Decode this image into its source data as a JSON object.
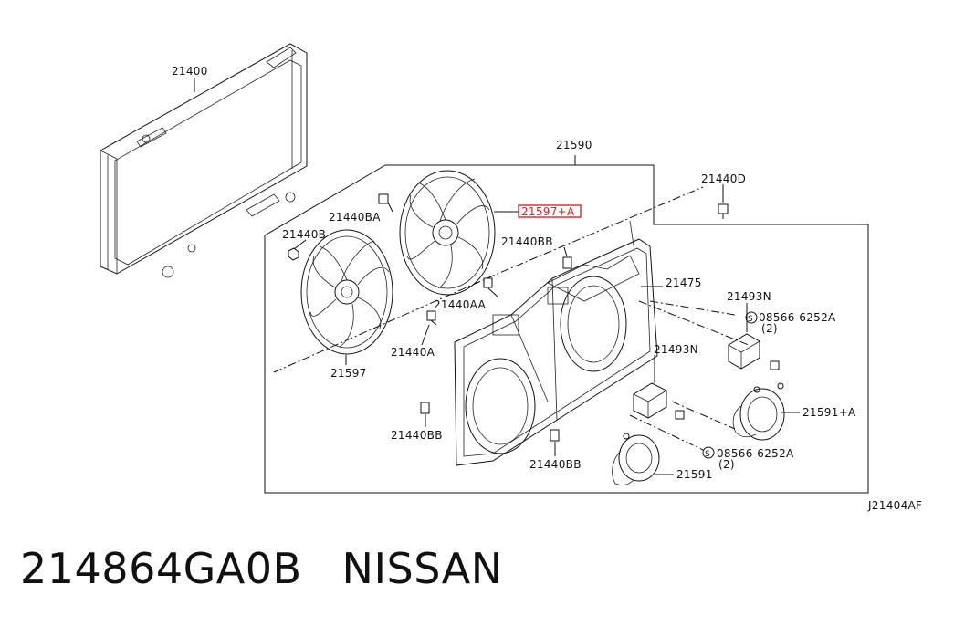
{
  "diagram": {
    "code": "J21404AF",
    "labels": {
      "radiator": "21400",
      "assembly": "21590",
      "fan_a": "21597+A",
      "fan": "21597",
      "bolt_d": "21440D",
      "bolt_ba": "21440BA",
      "bolt_b": "21440B",
      "clip_bb_top": "21440BB",
      "shroud": "21475",
      "clip_aa": "21440AA",
      "clip_a": "21440A",
      "resistor_1": "21493N",
      "resistor_2": "21493N",
      "screw_1": "08566-6252A",
      "screw_1_qty": "(2)",
      "screw_2": "08566-6252A",
      "screw_2_qty": "(2)",
      "motor_a": "21591+A",
      "motor": "21591",
      "clip_bb_left": "21440BB",
      "clip_bb_bottom": "21440BB"
    },
    "highlighted_label": "21597+A",
    "highlight_color": "#e0202a"
  },
  "caption": {
    "part_number": "214864GA0B",
    "brand": "NISSAN"
  }
}
